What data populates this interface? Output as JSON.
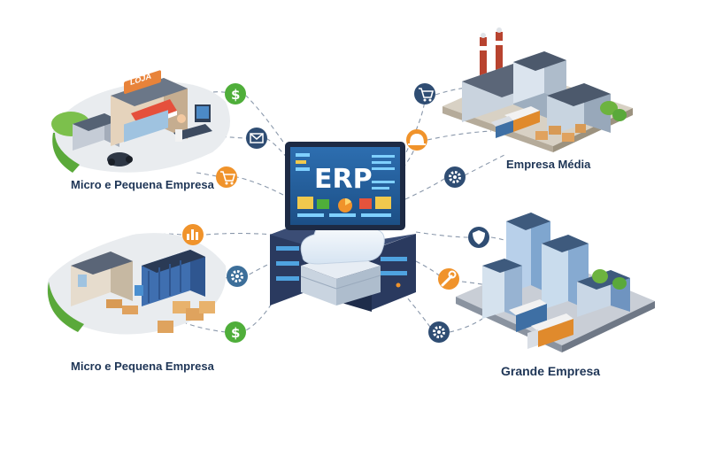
{
  "central": {
    "screen_text": "ERP"
  },
  "segments": [
    {
      "label": "Micro e Pequena Empresa",
      "shop_sign": "LOJA"
    },
    {
      "label": "Empresa Média"
    },
    {
      "label": "Micro e Pequena Empresa"
    },
    {
      "label": "Grande Empresa"
    }
  ],
  "icons": {
    "top_left": [
      "dollar-icon",
      "mail-icon",
      "cart-icon"
    ],
    "top_right": [
      "cart-icon",
      "hardhat-icon",
      "gear-icon"
    ],
    "bottom_left": [
      "bar-chart-icon",
      "gear-icon",
      "dollar-icon"
    ],
    "bottom_right": [
      "shield-icon",
      "wrench-icon",
      "gear-icon"
    ]
  },
  "colors": {
    "navy": "#2f4d73",
    "orange": "#f0932b",
    "green": "#4fae3a",
    "teal": "#3d6f9a",
    "screen": "#2f6da8",
    "server": "#2a3a5f"
  }
}
